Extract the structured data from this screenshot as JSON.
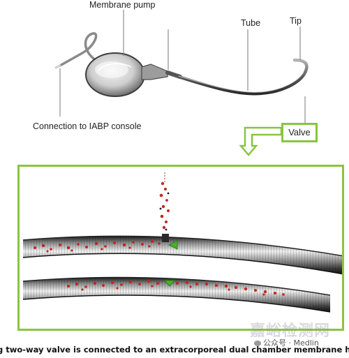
{
  "labels": {
    "membrane_pump": "Membrane pump",
    "tube": "Tube",
    "tip": "Tip",
    "connection": "Connection to IABP console",
    "valve": "Valve"
  },
  "caption": "g two-way valve is connected to an extracorporeal dual chamber membrane housing",
  "watermark": {
    "cn": "嘉峪检测网",
    "wechat": "公众号 · Medlin"
  },
  "colors": {
    "accent_green": "#88c540",
    "blood_red": "#c0281e"
  }
}
